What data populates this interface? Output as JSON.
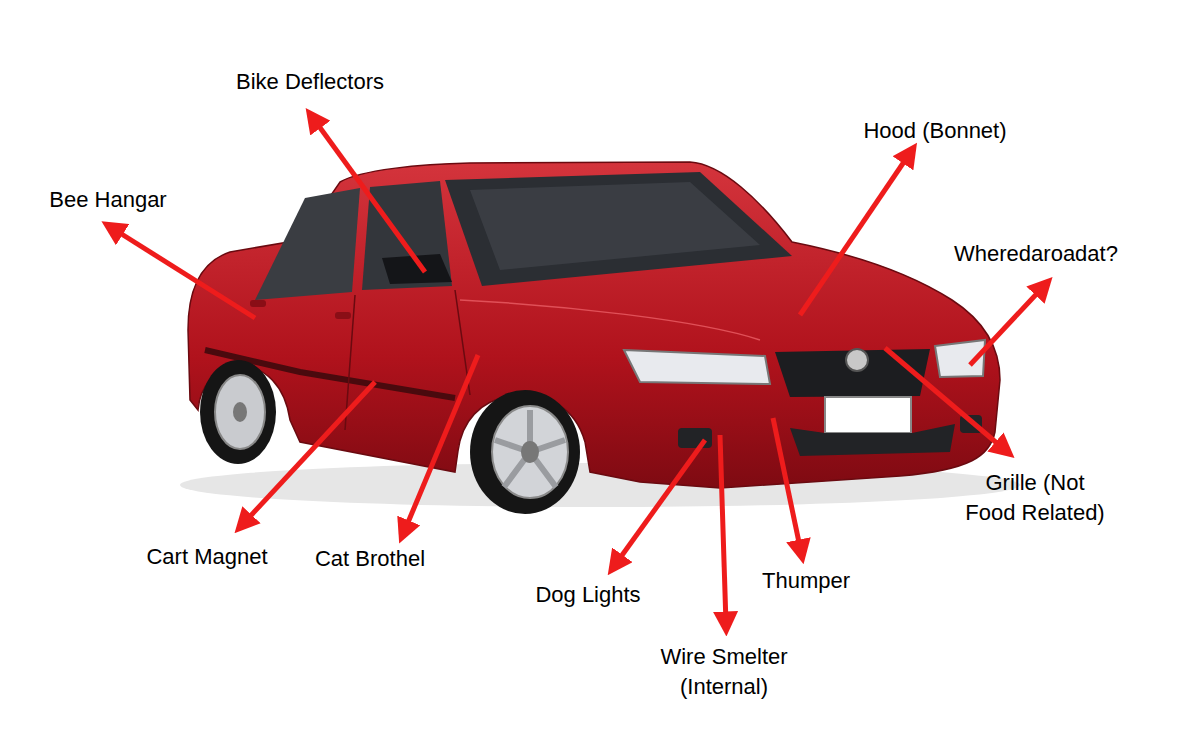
{
  "diagram": {
    "labels": [
      "Bike Deflectors",
      "Bee Hangar",
      "Hood (Bonnet)",
      "Wheredaroadat?",
      "Grille (Not Food Related)",
      "Cart Magnet",
      "Cat Brothel",
      "Dog Lights",
      "Thumper",
      "Wire Smelter (Internal)"
    ]
  }
}
